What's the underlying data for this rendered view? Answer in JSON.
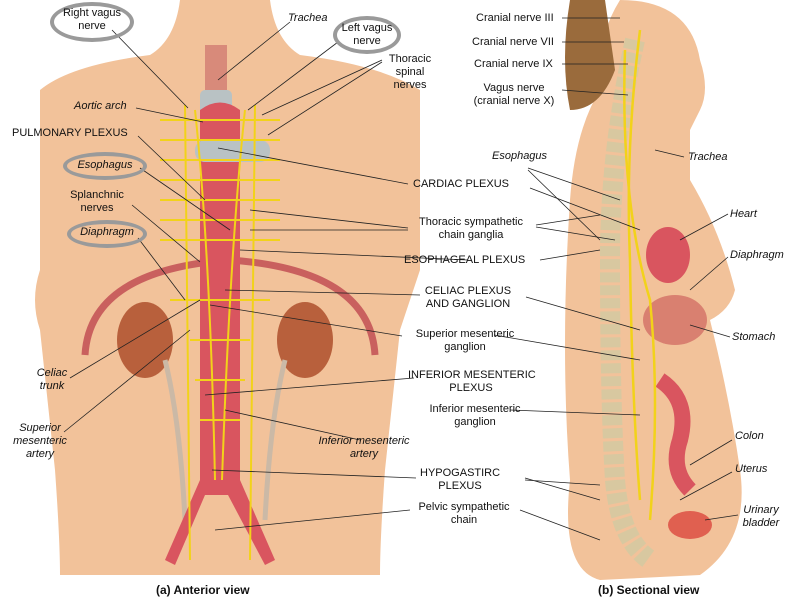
{
  "anterior": {
    "caption": "(a) Anterior view",
    "labels": {
      "right_vagus_1": "Right vagus",
      "right_vagus_2": "nerve",
      "trachea": "Trachea",
      "left_vagus_1": "Left vagus",
      "left_vagus_2": "nerve",
      "thoracic_spinal_1": "Thoracic",
      "thoracic_spinal_2": "spinal",
      "thoracic_spinal_3": "nerves",
      "aortic_arch": "Aortic arch",
      "pulmonary_plexus": "PULMONARY PLEXUS",
      "esophagus": "Esophagus",
      "splanchnic_1": "Splanchnic",
      "splanchnic_2": "nerves",
      "diaphragm": "Diaphragm",
      "celiac_trunk_1": "Celiac",
      "celiac_trunk_2": "trunk",
      "sup_mes_artery_1": "Superior",
      "sup_mes_artery_2": "mesenteric",
      "sup_mes_artery_3": "artery",
      "cardiac_plexus": "CARDIAC PLEXUS",
      "thoracic_chain_1": "Thoracic sympathetic",
      "thoracic_chain_2": "chain ganglia",
      "esophageal_plexus": "ESOPHAGEAL PLEXUS",
      "celiac_plexus_1": "CELIAC PLEXUS",
      "celiac_plexus_2": "AND GANGLION",
      "sup_mes_ganglion_1": "Superior mesenteric",
      "sup_mes_ganglion_2": "ganglion",
      "inf_mes_plexus_1": "INFERIOR MESENTERIC",
      "inf_mes_plexus_2": "PLEXUS",
      "inf_mes_ganglion_1": "Inferior mesenteric",
      "inf_mes_ganglion_2": "ganglion",
      "inf_mes_artery_1": "Inferior mesenteric",
      "inf_mes_artery_2": "artery",
      "hypogastric_1": "HYPOGASTIRC",
      "hypogastric_2": "PLEXUS",
      "pelvic_chain_1": "Pelvic sympathetic",
      "pelvic_chain_2": "chain"
    }
  },
  "sectional": {
    "caption": "(b) Sectional view",
    "labels": {
      "cn3": "Cranial nerve III",
      "cn7": "Cranial nerve VII",
      "cn9": "Cranial nerve IX",
      "vagus_1": "Vagus nerve",
      "vagus_2": "(cranial nerve X)",
      "esophagus": "Esophagus",
      "trachea": "Trachea",
      "heart": "Heart",
      "diaphragm": "Diaphragm",
      "stomach": "Stomach",
      "colon": "Colon",
      "uterus": "Uterus",
      "bladder_1": "Urinary",
      "bladder_2": "bladder"
    }
  },
  "colors": {
    "skin": "#f2c29a",
    "nerve": "#f2d21a",
    "artery": "#d9555f",
    "organ": "#b8603c"
  }
}
